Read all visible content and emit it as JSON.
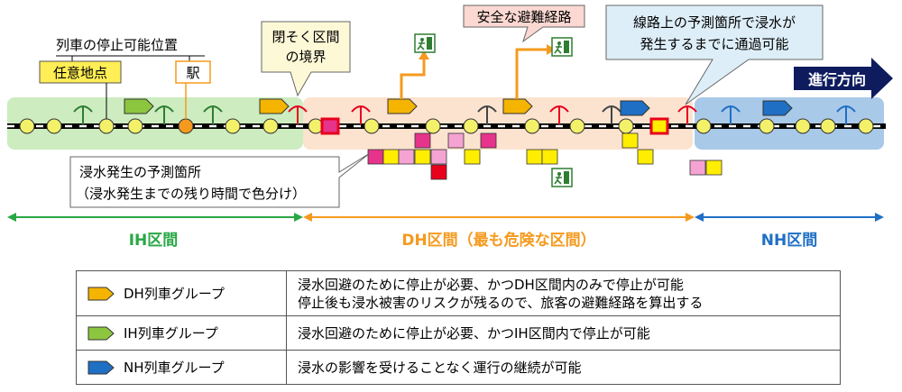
{
  "callouts": {
    "stop_positions_title": "列車の停止可能位置",
    "arbitrary_point": "任意地点",
    "station": "駅",
    "block_boundary_line1": "閉そく区間",
    "block_boundary_line2": "の境界",
    "safe_route": "安全な避難経路",
    "passable_line1": "線路上の予測箇所で浸水が",
    "passable_line2": "発生するまでに通過可能",
    "direction": "進行方向",
    "flood_pred_line1": "浸水発生の予測箇所",
    "flood_pred_line2": "（浸水発生までの残り時間で色分け）"
  },
  "sections": {
    "ih": "IH区間",
    "dh": "DH区間（最も危険な区間）",
    "nh": "NH区間"
  },
  "legend": [
    {
      "label": "DH列車グループ",
      "color": "#f5b400",
      "lines": [
        "浸水回避のために停止が必要、かつDH区間内のみで停止が可能",
        "停止後も浸水被害のリスクが残るので、旅客の避難経路を算出する"
      ]
    },
    {
      "label": "IH列車グループ",
      "color": "#8cc63f",
      "lines": [
        "浸水回避のために停止が必要、かつIH区間内で停止が可能"
      ]
    },
    {
      "label": "NH列車グループ",
      "color": "#1f6fc5",
      "lines": [
        "浸水の影響を受けることなく運行の継続が可能"
      ]
    }
  ],
  "colors": {
    "ih_zone": "#cdecc0",
    "dh_zone": "#fbe3cf",
    "nh_zone": "#a9c9e8",
    "ih_arrow": "#27a844",
    "dh_arrow": "#f59a1e",
    "nh_arrow": "#1f6fc5",
    "flood_magenta": "#e6338b",
    "flood_pink": "#f5a3d3",
    "flood_yellow": "#ffee00",
    "flood_red": "#e8001c"
  },
  "icons": [
    "train-pentagon-icon",
    "emergency-exit-icon",
    "stop-point-circle-icon",
    "block-boundary-bracket-icon"
  ]
}
